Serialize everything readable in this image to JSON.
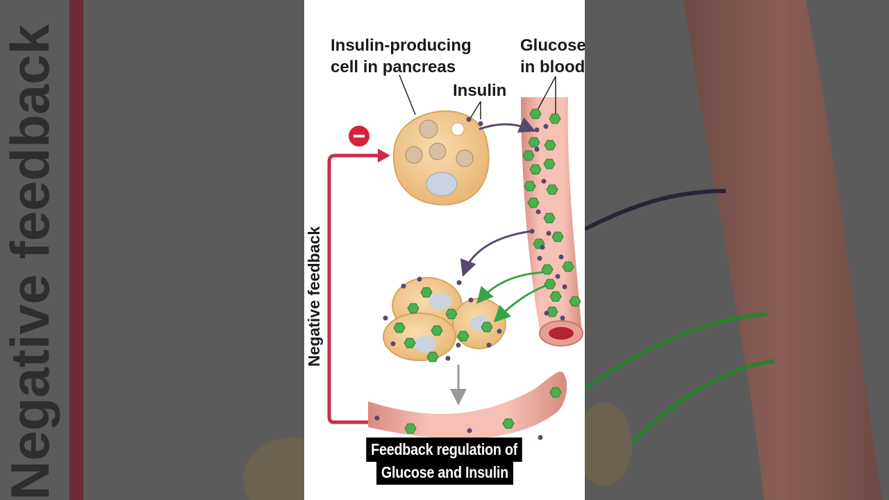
{
  "diagram": {
    "label_insulin_cell": [
      "Insulin-producing",
      "cell in pancreas"
    ],
    "label_glucose": [
      "Glucose",
      "in blood"
    ],
    "label_insulin": "Insulin",
    "label_negative_feedback": "Negative feedback",
    "minus_symbol": "−"
  },
  "background": {
    "side_text": "Negative feedback"
  },
  "caption": {
    "line1": "Feedback regulation of",
    "line2": "Glucose and Insulin"
  },
  "colors": {
    "feedback_arrow": "#cc2a4e",
    "glucose": "#4caf50",
    "insulin": "#5a4870",
    "cell": "#f3cd90",
    "vessel": "#e8a094"
  }
}
